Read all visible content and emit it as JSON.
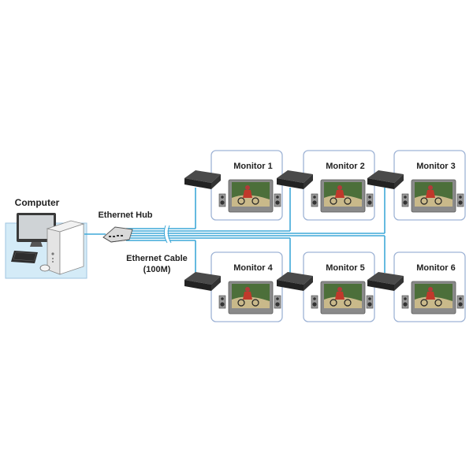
{
  "diagram": {
    "computer": {
      "label": "Computer"
    },
    "hub": {
      "label": "Ethernet Hub"
    },
    "cable": {
      "label_line1": "Ethernet Cable",
      "label_line2": "(100M)"
    },
    "monitors": [
      {
        "label": "Monitor 1",
        "row": 1,
        "col": 1
      },
      {
        "label": "Monitor 2",
        "row": 1,
        "col": 2
      },
      {
        "label": "Monitor 3",
        "row": 1,
        "col": 3
      },
      {
        "label": "Monitor 4",
        "row": 2,
        "col": 1
      },
      {
        "label": "Monitor 5",
        "row": 2,
        "col": 2
      },
      {
        "label": "Monitor 6",
        "row": 2,
        "col": 3
      }
    ],
    "colors": {
      "cable": "#3fa9d8",
      "computer_panel": "#d4ebf7",
      "monitor_border": "#9fb4d6",
      "receiver": "#2b2b2b"
    }
  }
}
